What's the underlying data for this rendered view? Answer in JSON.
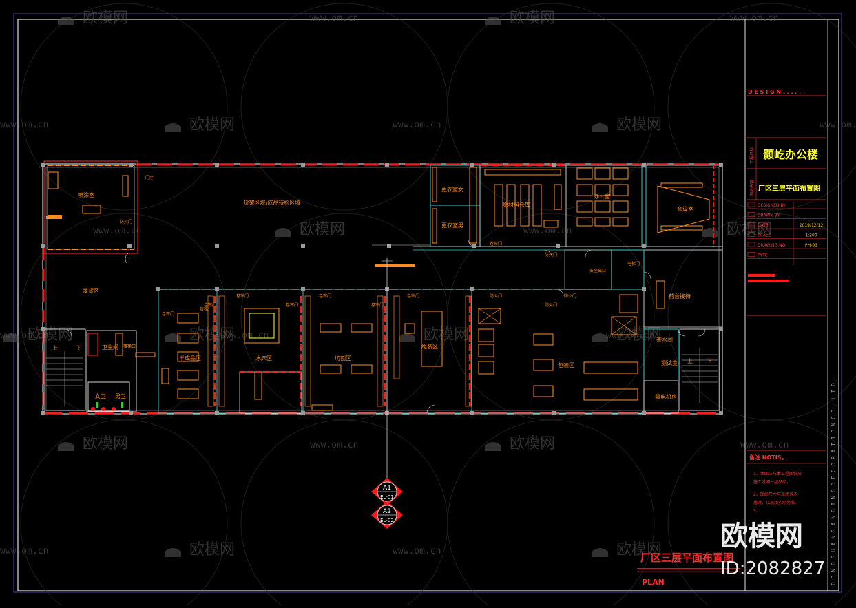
{
  "watermark": {
    "brand": "欧模网",
    "url": "www.om.cn",
    "large_brand": "欧模网",
    "id_text": "ID:2082827"
  },
  "title_block": {
    "design": "D E S I G N . . . . . .",
    "project_label": "工程名称",
    "project_name": "颢屹办公楼",
    "drawing_label": "图纸内容",
    "drawing_name": "厂区三层平面布置图",
    "rows": [
      {
        "key": "DESIGNED BY",
        "value": ""
      },
      {
        "key": "DRAWN BY",
        "value": ""
      },
      {
        "key": "DATE",
        "value": "2019/12/12"
      },
      {
        "key": "SCALE",
        "value": "1:200"
      },
      {
        "key": "DRAWING NO.",
        "value": "PH-03"
      },
      {
        "key": "PYTE",
        "value": ""
      }
    ],
    "notes_title": "备注 NOTIS。",
    "notes": [
      "1、本图应与本工程图纸及",
      "施工说明一起参阅。",
      "2、图纸尺寸与现场有矛",
      "盾时，以现场实际为准。",
      "3、"
    ],
    "vertical_text": "D O N G G U A N   S A N D I N G   D E C O R A T I O N   C O .   L T D ."
  },
  "rooms": [
    {
      "id": "spray",
      "label": "喷涂室"
    },
    {
      "id": "corridor_top",
      "label": "货架区域/成品待检区域"
    },
    {
      "id": "changing_f",
      "label": "更衣室女"
    },
    {
      "id": "changing_m",
      "label": "更衣室男"
    },
    {
      "id": "material",
      "label": "原材料仓库"
    },
    {
      "id": "office",
      "label": "办公室"
    },
    {
      "id": "meeting",
      "label": "会议室"
    },
    {
      "id": "storage",
      "label": "发货区"
    },
    {
      "id": "toilet",
      "label": "卫生间"
    },
    {
      "id": "women",
      "label": "女卫"
    },
    {
      "id": "men",
      "label": "男卫"
    },
    {
      "id": "zone1",
      "label": "半成品区"
    },
    {
      "id": "zone2",
      "label": "水床区"
    },
    {
      "id": "zone3",
      "label": "切割区"
    },
    {
      "id": "zone4",
      "label": "组装区"
    },
    {
      "id": "zone5",
      "label": "包装区"
    },
    {
      "id": "front_desk",
      "label": "前台接待"
    },
    {
      "id": "tea",
      "label": "茶水间"
    },
    {
      "id": "test",
      "label": "测试室"
    },
    {
      "id": "elec",
      "label": "弱电机房"
    },
    {
      "id": "stair_up_l",
      "label": "上"
    },
    {
      "id": "stair_down_l",
      "label": "下"
    },
    {
      "id": "stair_up_r",
      "label": "上"
    },
    {
      "id": "stair_down_r",
      "label": "下"
    }
  ],
  "door_labels": [
    "卷帘门",
    "防火门",
    "卷帘门",
    "卷帘门",
    "卷帘门",
    "卷帘门",
    "卷帘门",
    "卷帘门",
    "防火门",
    "防火门",
    "防火门",
    "卷帘门",
    "电梯门",
    "防火门",
    "安全出口",
    "门厅",
    "楼梯口",
    "货梯"
  ],
  "callouts": [
    {
      "tag": "A1",
      "ref": "EL-01"
    },
    {
      "tag": "A2",
      "ref": "EL-02"
    }
  ],
  "drawing_title": "厂区三层平面布置图",
  "drawing_subtitle": "PLAN",
  "colors": {
    "wall_red": "#ff1a1a",
    "furniture": "#ff8c1a",
    "partition": "#33cccc",
    "line_white": "#d0d0d0",
    "text_yellow": "#ffff33",
    "column_grey": "#9a9a9a"
  }
}
